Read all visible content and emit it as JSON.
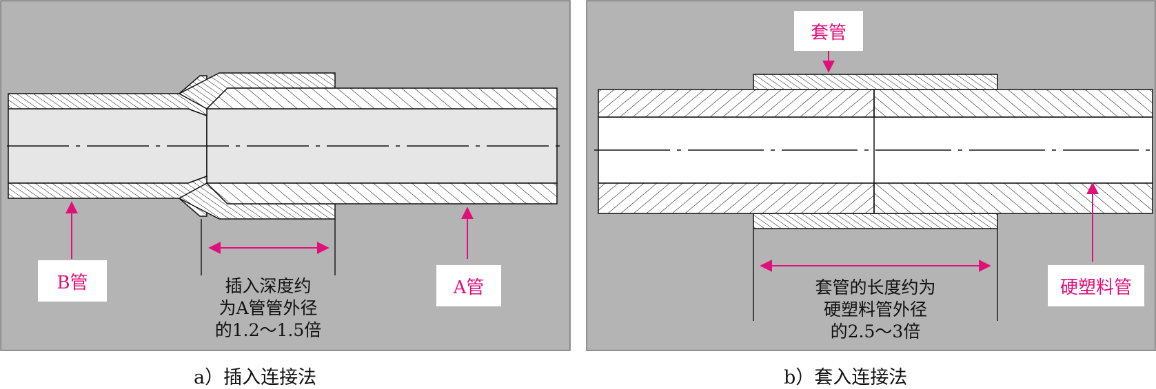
{
  "panel_a": {
    "label_b_pipe": "B管",
    "label_a_pipe": "A管",
    "note": [
      "插入深度约",
      "为A管管外径",
      "的1.2～1.5倍"
    ],
    "caption": "a）插入连接法"
  },
  "panel_b": {
    "label_sleeve": "套管",
    "label_hard_pipe": "硬塑料管",
    "note": [
      "套管的长度约为",
      "硬塑料管外径",
      "的2.5～3倍"
    ],
    "caption": "b）套入连接法"
  },
  "colors": {
    "panel_bg": "#b4b4b4",
    "bore_fill": "#e6e6e6",
    "wall_fill": "#ffffff",
    "arrow": "#e0107a",
    "line": "#111111"
  }
}
